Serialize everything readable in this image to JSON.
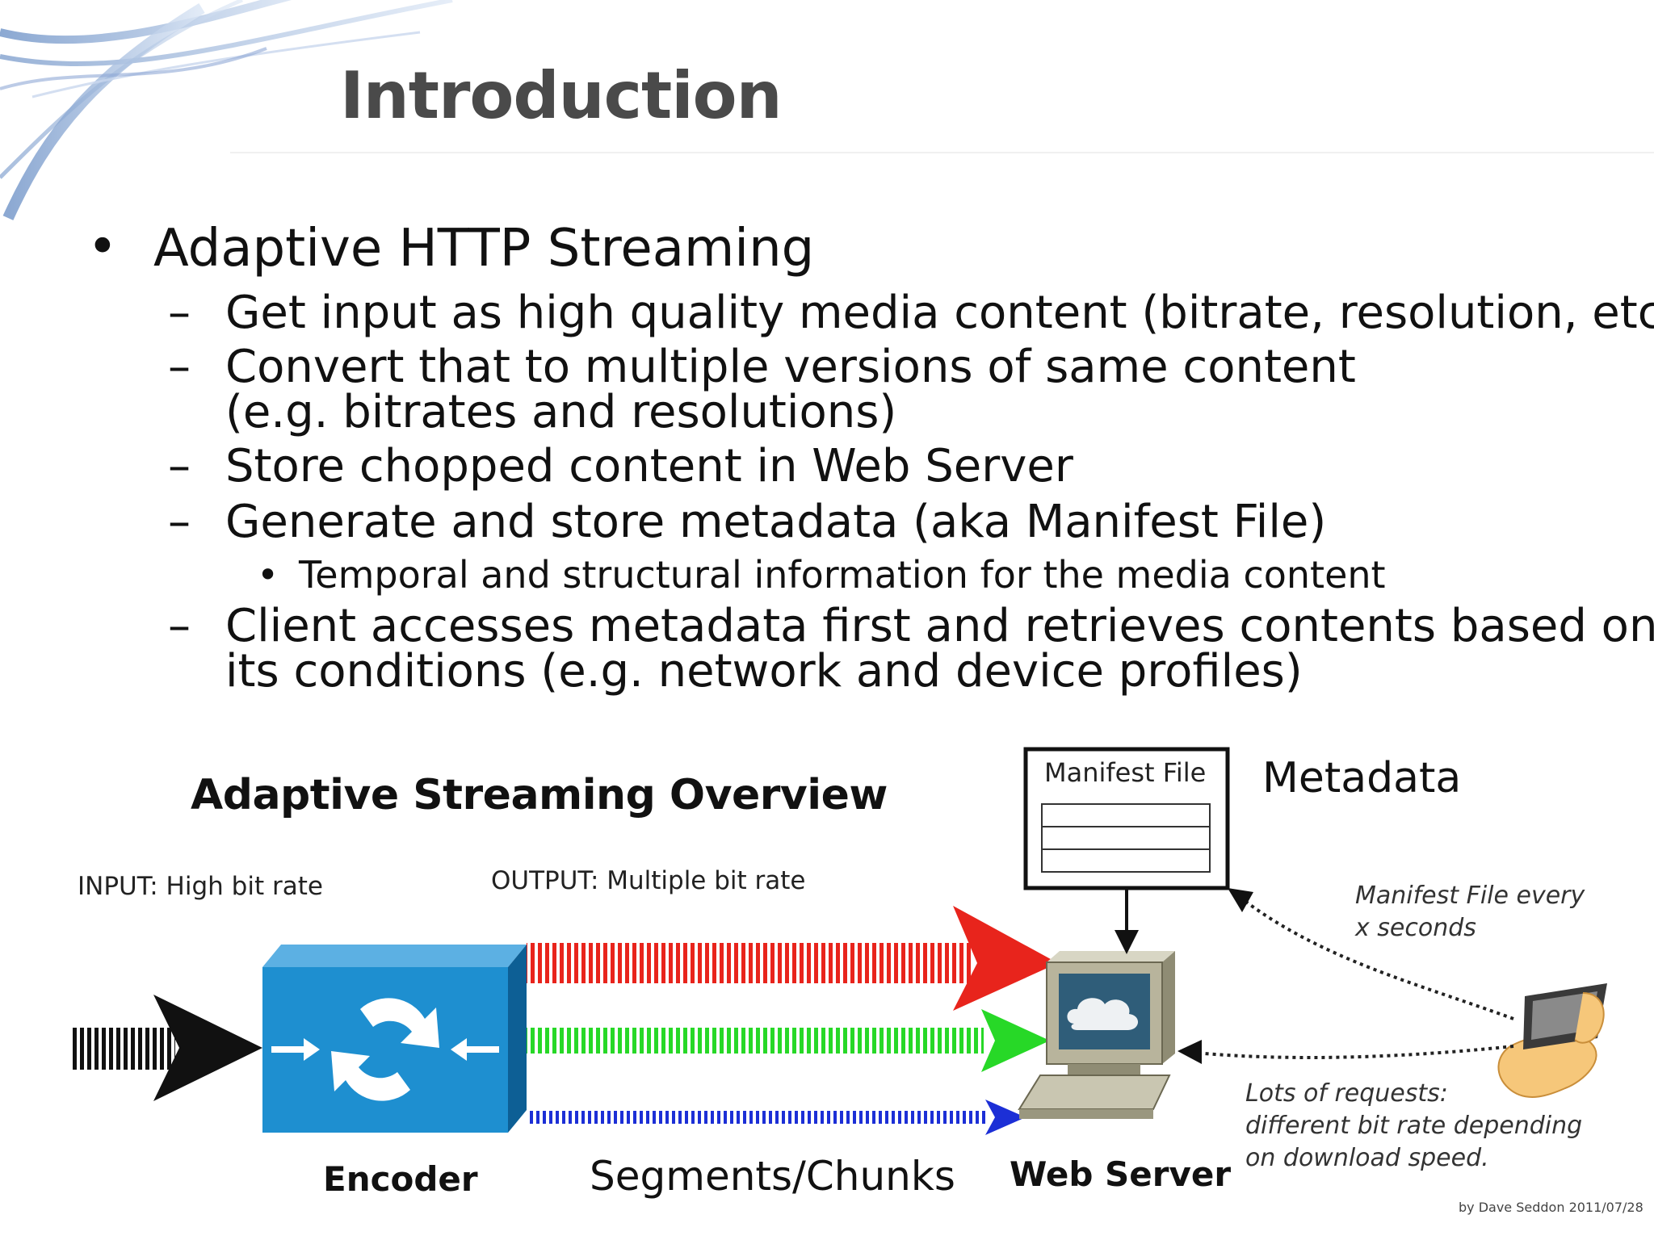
{
  "slide": {
    "title": "Introduction"
  },
  "bullets": {
    "main": "Adaptive HTTP Streaming",
    "sub1": "Get input as high quality media content (bitrate, resolution, etc)",
    "sub2_line1": "Convert that to multiple versions of same content",
    "sub2_line2": "(e.g. bitrates and resolutions)",
    "sub3": "Store chopped content in Web Server",
    "sub4": "Generate and store metadata (aka Manifest File)",
    "sub4_detail": "Temporal and structural information for the media content",
    "sub5_line1": "Client accesses metadata first and retrieves contents based on",
    "sub5_line2": "its conditions (e.g. network and device profiles)",
    "bullet_symbol": "•",
    "dash_symbol": "–"
  },
  "diagram": {
    "title": "Adaptive Streaming Overview",
    "input_label": "INPUT: High bit rate",
    "output_label": "OUTPUT: Multiple bit rate",
    "encoder_label": "Encoder",
    "segments_label": "Segments/Chunks",
    "webserver_label": "Web Server",
    "manifest_label": "Manifest File",
    "metadata_label": "Metadata",
    "manifest_note_line1": "Manifest File every",
    "manifest_note_line2": "x seconds",
    "requests_note_line1": "Lots of requests:",
    "requests_note_line2": "different bit rate depending",
    "requests_note_line3": "on download speed.",
    "credit": "by Dave Seddon 2011/07/28",
    "colors": {
      "stream_high": "#e8241c",
      "stream_mid": "#27d827",
      "stream_low": "#1c2fd6",
      "encoder": "#1e8fd0",
      "encoder_dark": "#0d5f95"
    }
  }
}
